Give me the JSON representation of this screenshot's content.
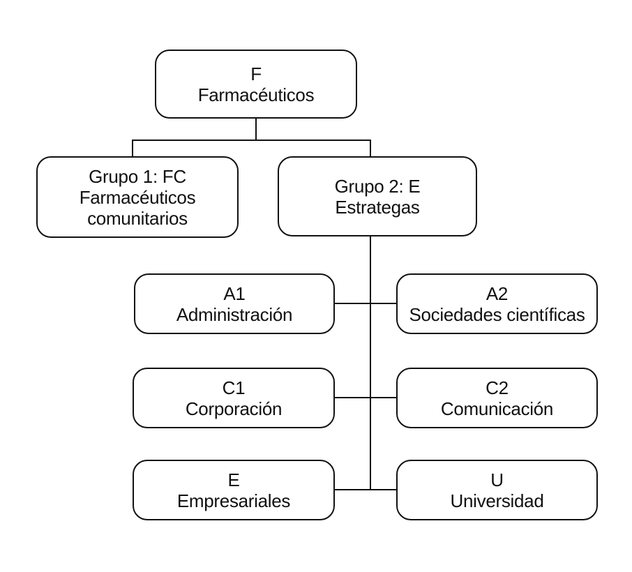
{
  "diagram": {
    "type": "organizational-chart",
    "nodes": {
      "f": {
        "code": "F",
        "name": "Farmacéuticos"
      },
      "grupo1": {
        "code": "Grupo 1: FC",
        "name": "Farmacéuticos comunitarios"
      },
      "grupo2": {
        "code": "Grupo 2: E",
        "name": "Estrategas"
      },
      "a1": {
        "code": "A1",
        "name": "Administración"
      },
      "a2": {
        "code": "A2",
        "name": "Sociedades científicas"
      },
      "c1": {
        "code": "C1",
        "name": "Corporación"
      },
      "c2": {
        "code": "C2",
        "name": "Comunicación"
      },
      "e": {
        "code": "E",
        "name": "Empresariales"
      },
      "u": {
        "code": "U",
        "name": "Universidad"
      }
    },
    "edges": [
      "f -> grupo1",
      "f -> grupo2",
      "grupo2 -> a1",
      "grupo2 -> a2",
      "grupo2 -> c1",
      "grupo2 -> c2",
      "grupo2 -> e",
      "grupo2 -> u"
    ],
    "colors": {
      "background": "#ffffff",
      "line": "#111111",
      "box_border": "#111111",
      "text": "#111111"
    }
  }
}
